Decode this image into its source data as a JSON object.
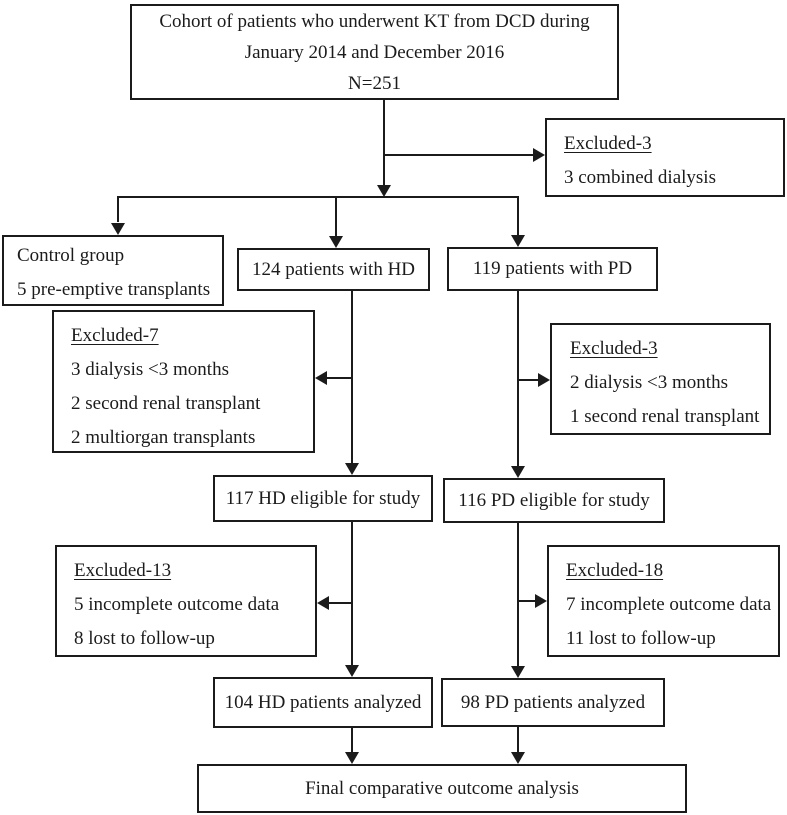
{
  "diagram_type": "patient-flow-chart",
  "colors": {
    "line": "#1b1b1b",
    "text": "#1b1b1b",
    "background": "#ffffff"
  },
  "boxes": {
    "cohort": {
      "line1": "Cohort of patients who underwent KT from DCD during",
      "line2": "January 2014 and December 2016",
      "line3": "N=251"
    },
    "excluded_combined": {
      "heading": "Excluded-3",
      "items": [
        "3 combined dialysis"
      ]
    },
    "control": {
      "line1": "Control group",
      "line2": "5 pre-emptive transplants"
    },
    "hd_initial": {
      "label": "124 patients with HD"
    },
    "pd_initial": {
      "label": "119 patients with PD"
    },
    "hd_excluded1": {
      "heading": "Excluded-7",
      "items": [
        "3 dialysis <3 months",
        "2 second renal transplant",
        "2 multiorgan transplants"
      ]
    },
    "pd_excluded1": {
      "heading": "Excluded-3",
      "items": [
        "2 dialysis <3 months",
        "1 second renal transplant"
      ]
    },
    "hd_eligible": {
      "label": "117 HD eligible for study"
    },
    "pd_eligible": {
      "label": "116 PD eligible for study"
    },
    "hd_excluded2": {
      "heading": "Excluded-13",
      "items": [
        "5 incomplete outcome data",
        "8 lost to follow-up"
      ]
    },
    "pd_excluded2": {
      "heading": "Excluded-18",
      "items": [
        "7 incomplete outcome data",
        "11 lost to follow-up"
      ]
    },
    "hd_analyzed": {
      "label": "104 HD patients analyzed"
    },
    "pd_analyzed": {
      "label": "98 PD patients analyzed"
    },
    "final": {
      "label": "Final comparative outcome analysis"
    }
  }
}
